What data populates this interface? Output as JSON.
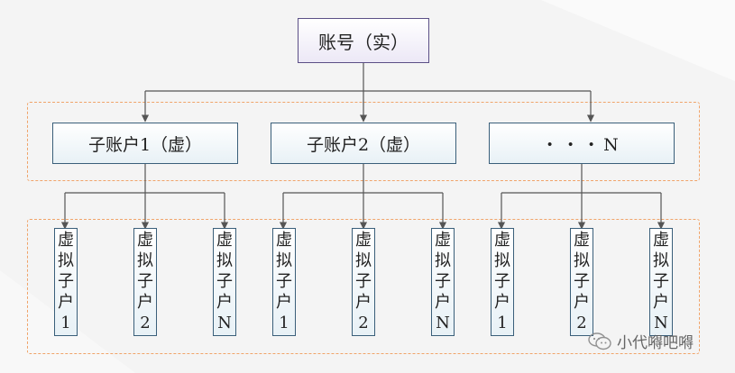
{
  "root": {
    "label": "账号（实）"
  },
  "sub_accounts": [
    {
      "label": "子账户1（虚）"
    },
    {
      "label": "子账户2（虚）"
    },
    {
      "label": "・・・N"
    }
  ],
  "virtual_accounts": [
    {
      "chars": [
        "虚",
        "拟",
        "子",
        "户",
        "1"
      ]
    },
    {
      "chars": [
        "虚",
        "拟",
        "子",
        "户",
        "2"
      ]
    },
    {
      "chars": [
        "虚",
        "拟",
        "子",
        "户",
        "N"
      ]
    },
    {
      "chars": [
        "虚",
        "拟",
        "子",
        "户",
        "1"
      ]
    },
    {
      "chars": [
        "虚",
        "拟",
        "子",
        "户",
        "2"
      ]
    },
    {
      "chars": [
        "虚",
        "拟",
        "子",
        "户",
        "N"
      ]
    },
    {
      "chars": [
        "虚",
        "拟",
        "子",
        "户",
        "1"
      ]
    },
    {
      "chars": [
        "虚",
        "拟",
        "子",
        "户",
        "2"
      ]
    },
    {
      "chars": [
        "虚",
        "拟",
        "子",
        "户",
        "N"
      ]
    }
  ],
  "watermark": {
    "text": "小代嘚吧嘚",
    "icon": "wechat-icon"
  },
  "colors": {
    "dash": "#f0a46a",
    "line": "#555555",
    "node_border": "#3a5f7a"
  }
}
